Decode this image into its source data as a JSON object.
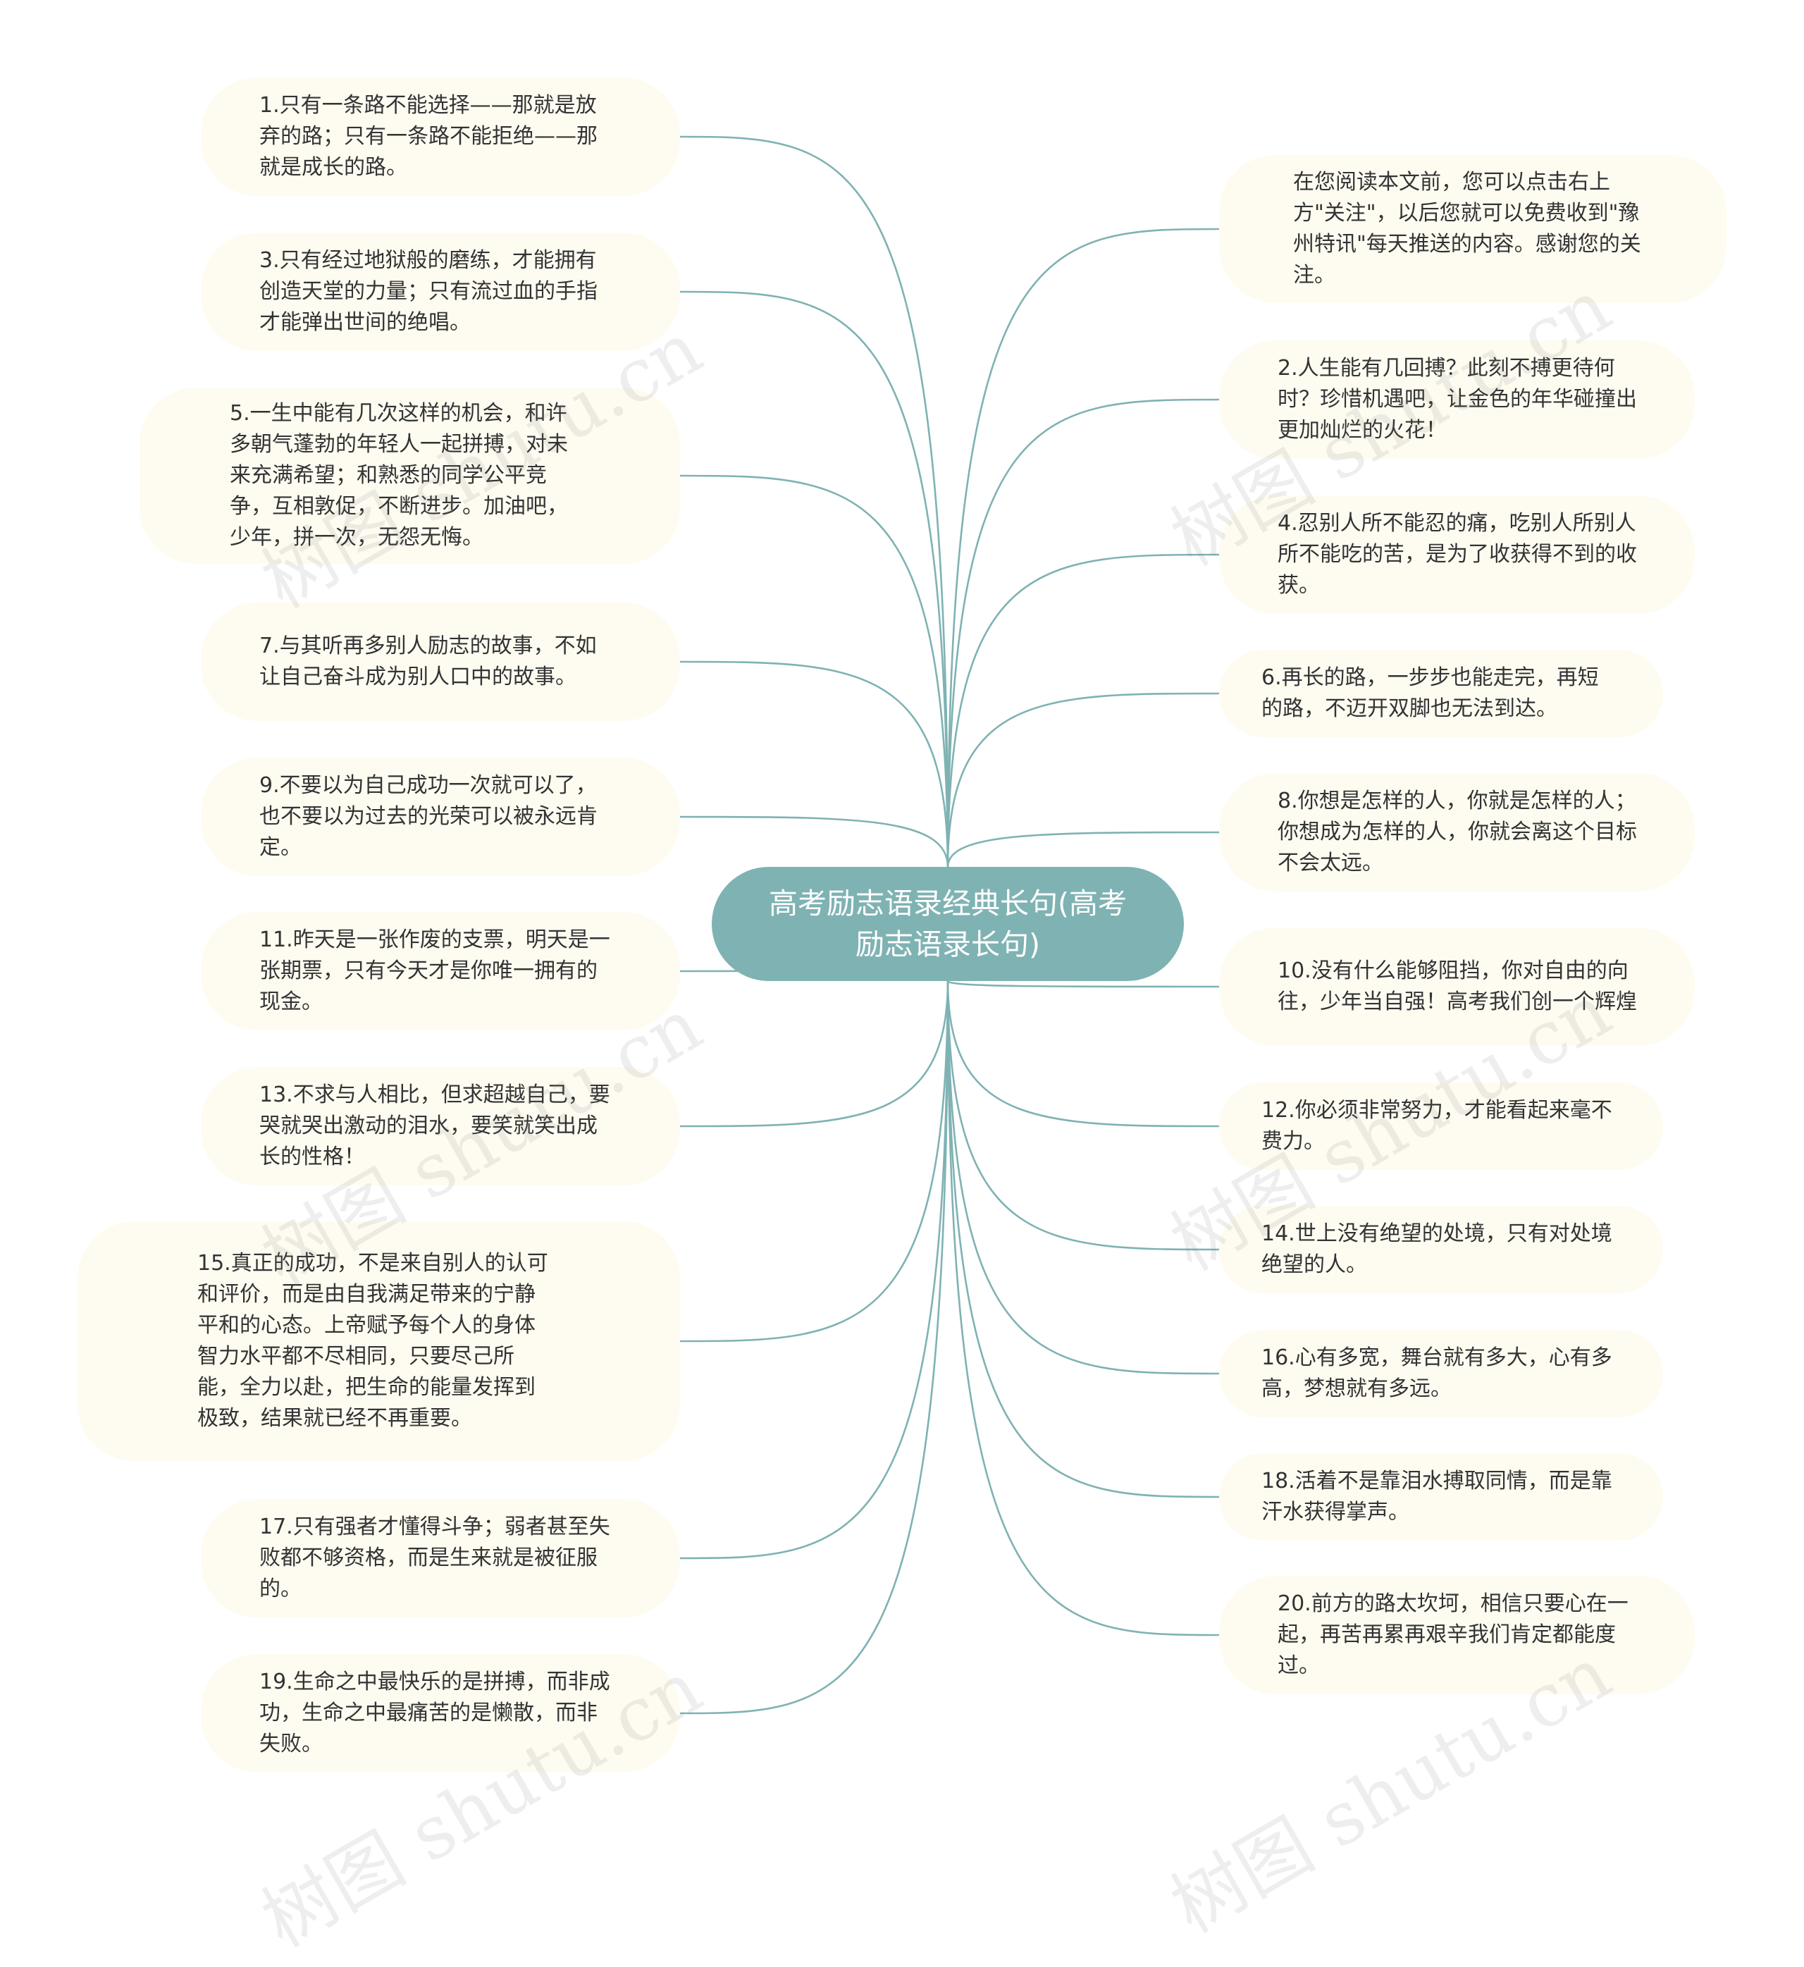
{
  "center": {
    "title": "高考励志语录经典长句(高考励志语录长句)"
  },
  "watermark": {
    "text": "树图 shutu.cn"
  },
  "left_nodes": [
    {
      "text": "1.只有一条路不能选择——那就是放弃的路；只有一条路不能拒绝——那就是成长的路。"
    },
    {
      "text": "3.只有经过地狱般的磨练，才能拥有创造天堂的力量；只有流过血的手指才能弹出世间的绝唱。"
    },
    {
      "text": "5.一生中能有几次这样的机会，和许多朝气蓬勃的年轻人一起拼搏，对未来充满希望；和熟悉的同学公平竞争，互相敦促，不断进步。加油吧，少年，拼一次，无怨无悔。"
    },
    {
      "text": "7.与其听再多别人励志的故事，不如让自己奋斗成为别人口中的故事。"
    },
    {
      "text": "9.不要以为自己成功一次就可以了，也不要以为过去的光荣可以被永远肯定。"
    },
    {
      "text": "11.昨天是一张作废的支票，明天是一张期票，只有今天才是你唯一拥有的现金。"
    },
    {
      "text": "13.不求与人相比，但求超越自己，要哭就哭出激动的泪水，要笑就笑出成长的性格！"
    },
    {
      "text": "15.真正的成功，不是来自别人的认可和评价，而是由自我满足带来的宁静平和的心态。上帝赋予每个人的身体智力水平都不尽相同，只要尽己所能，全力以赴，把生命的能量发挥到极致，结果就已经不再重要。"
    },
    {
      "text": "17.只有强者才懂得斗争；弱者甚至失败都不够资格，而是生来就是被征服的。"
    },
    {
      "text": "19.生命之中最快乐的是拼搏，而非成功，生命之中最痛苦的是懒散，而非失败。"
    }
  ],
  "right_nodes": [
    {
      "text": "在您阅读本文前，您可以点击右上方\"关注\"，以后您就可以免费收到\"豫州特讯\"每天推送的内容。感谢您的关注。"
    },
    {
      "text": "2.人生能有几回搏？此刻不搏更待何时？珍惜机遇吧，让金色的年华碰撞出更加灿烂的火花！"
    },
    {
      "text": "4.忍别人所不能忍的痛，吃别人所别人所不能吃的苦，是为了收获得不到的收获。"
    },
    {
      "text": "6.再长的路，一步步也能走完，再短的路，不迈开双脚也无法到达。"
    },
    {
      "text": "8.你想是怎样的人，你就是怎样的人；你想成为怎样的人，你就会离这个目标不会太远。"
    },
    {
      "text": "10.没有什么能够阻挡，你对自由的向往，少年当自强！高考我们创一个辉煌"
    },
    {
      "text": "12.你必须非常努力，才能看起来毫不费力。"
    },
    {
      "text": "14.世上没有绝望的处境，只有对处境绝望的人。"
    },
    {
      "text": "16.心有多宽，舞台就有多大，心有多高，梦想就有多远。"
    },
    {
      "text": "18.活着不是靠泪水搏取同情，而是靠汗水获得掌声。"
    },
    {
      "text": "20.前方的路太坎坷，相信只要心在一起，再苦再累再艰辛我们肯定都能度过。"
    }
  ]
}
